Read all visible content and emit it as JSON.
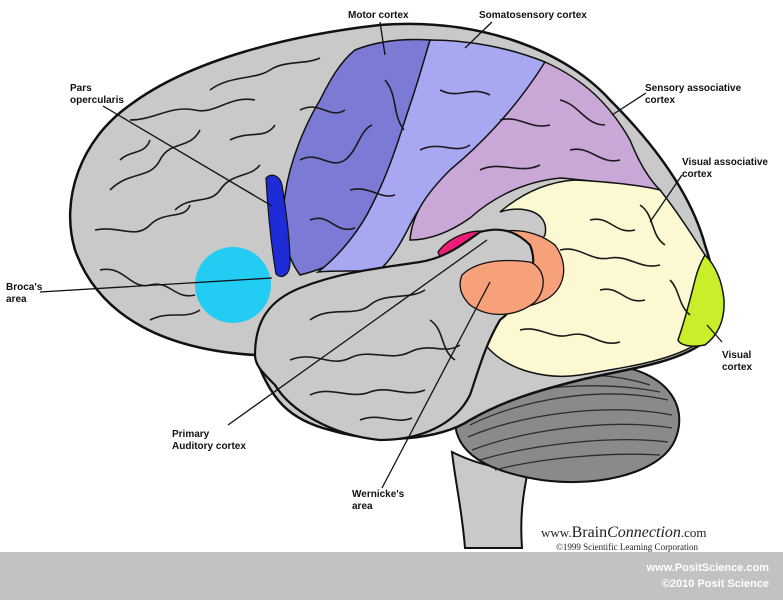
{
  "labels": {
    "motor_cortex": "Motor cortex",
    "somatosensory_cortex": "Somatosensory  cortex",
    "pars_opercularis": "Pars\nopercularis",
    "sensory_associative": "Sensory  associative\ncortex",
    "visual_associative": "Visual  associative\ncortex",
    "brocas_area": "Broca's\narea",
    "visual_cortex": "Visual\ncortex",
    "primary_auditory": "Primary\nAuditory cortex",
    "wernickes_area": "Wernicke's\narea"
  },
  "credits": {
    "site_prefix": "www.",
    "site_brain": "Brain",
    "site_connection": "Connection",
    "site_suffix": ".com",
    "copyright_1999": "©1999 Scientific Learning Corporation",
    "positscience_url": "www.PositScience.com",
    "copyright_2010": "©2010 Posit Science"
  },
  "colors": {
    "frontal_gray": "#c9c9c9",
    "motor": "#7b7bd6",
    "somatosensory": "#a8a8f2",
    "sensory_associative": "#c9a8d8",
    "visual_associative": "#fbf8d2",
    "visual": "#c9ee2a",
    "broca": "#22ccf2",
    "pars_opercularis": "#1e2cd8",
    "wernicke": "#f6a17a",
    "wernicke_magenta": "#ee1d77",
    "cerebellum": "#8a8a8a",
    "footer": "#c2c2c2"
  }
}
